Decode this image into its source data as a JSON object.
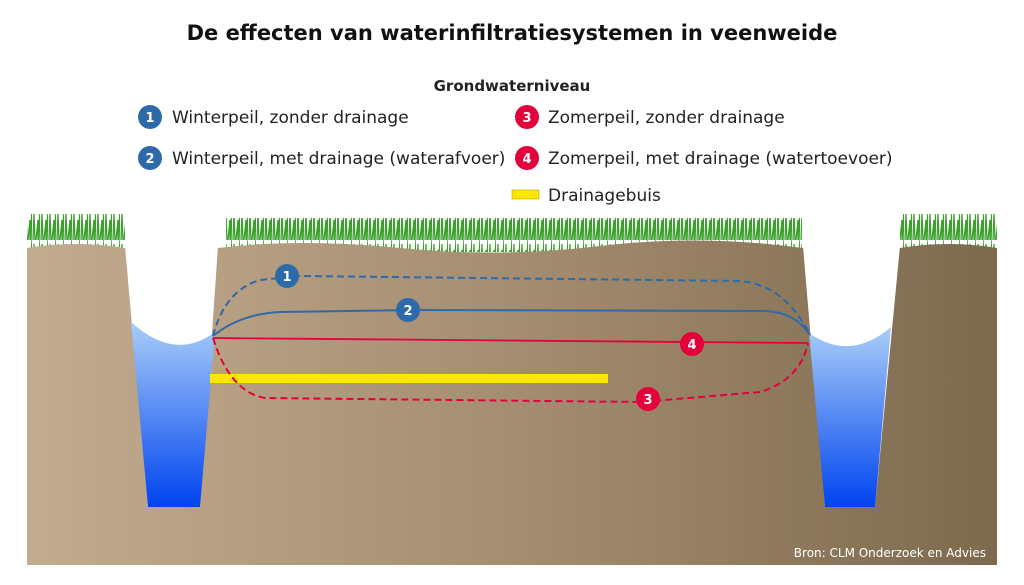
{
  "title": "De effecten van waterinfiltratiesystemen in veenweide",
  "legend": {
    "heading": "Grondwaterniveau",
    "items": [
      {
        "num": "1",
        "label": "Winterpeil, zonder drainage",
        "color": "#2e6aa8",
        "style": "dashed"
      },
      {
        "num": "2",
        "label": "Winterpeil, met drainage (waterafvoer)",
        "color": "#2e6aa8",
        "style": "solid"
      },
      {
        "num": "3",
        "label": "Zomerpeil, zonder drainage",
        "color": "#e4003b",
        "style": "dashed"
      },
      {
        "num": "4",
        "label": "Zomerpeil, met drainage (watertoevoer)",
        "color": "#e4003b",
        "style": "solid"
      }
    ],
    "pipe": {
      "label": "Drainagebuis",
      "color": "#ffe600"
    }
  },
  "source": "Bron: CLM Onderzoek en Advies"
}
